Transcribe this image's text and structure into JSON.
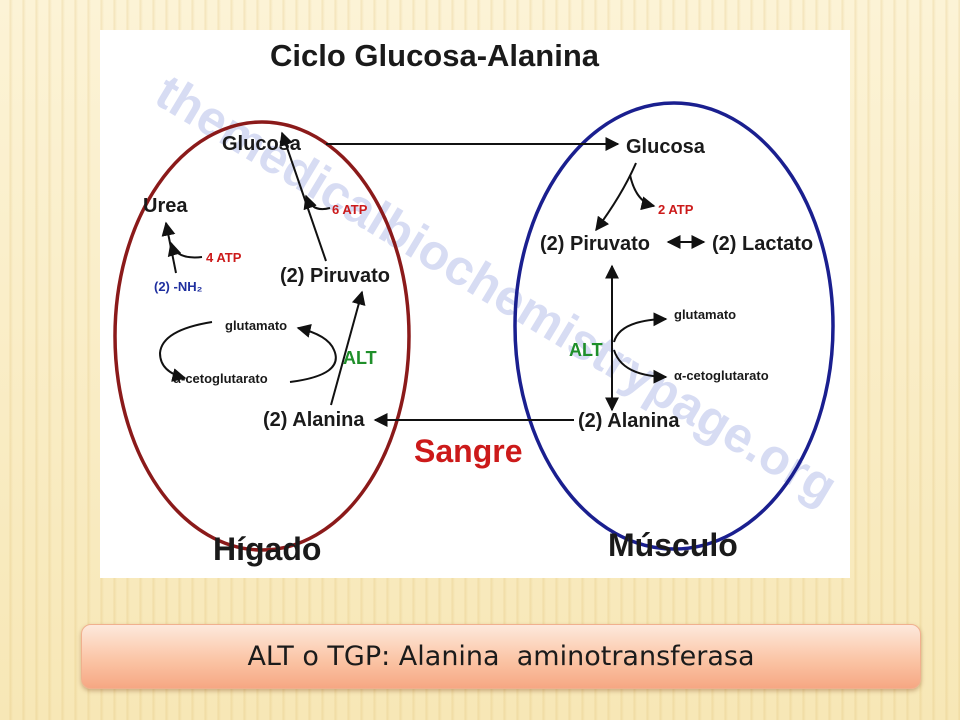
{
  "diagram": {
    "title": "Ciclo Glucosa-Alanina",
    "watermark": "themedicalbiochemistrypage.org",
    "liver": {
      "label": "Hígado",
      "glucosa": "Glucosa",
      "urea": "Urea",
      "atp4": "4 ATP",
      "atp6": "6 ATP",
      "nh2": "(2) -NH₂",
      "piruvato": "(2) Piruvato",
      "glutamato": "glutamato",
      "alt": "ALT",
      "cetoglutarato": "α-cetoglutarato",
      "alanina": "(2) Alanina"
    },
    "muscle": {
      "label": "Músculo",
      "glucosa": "Glucosa",
      "atp2": "2 ATP",
      "piruvato": "(2) Piruvato",
      "lactato": "(2) Lactato",
      "glutamato": "glutamato",
      "alt": "ALT",
      "cetoglutarato": "α-cetoglutarato",
      "alanina": "(2) Alanina"
    },
    "blood": "Sangre",
    "colors": {
      "liver_ellipse": "#8b1a1a",
      "muscle_ellipse": "#1a1f8f",
      "atp": "#cc1a1a",
      "alt": "#1f8f2a",
      "nh2": "#1f2f9f",
      "sangre": "#cc1a1a"
    }
  },
  "caption": "ALT o TGP: Alanina  aminotransferasa"
}
